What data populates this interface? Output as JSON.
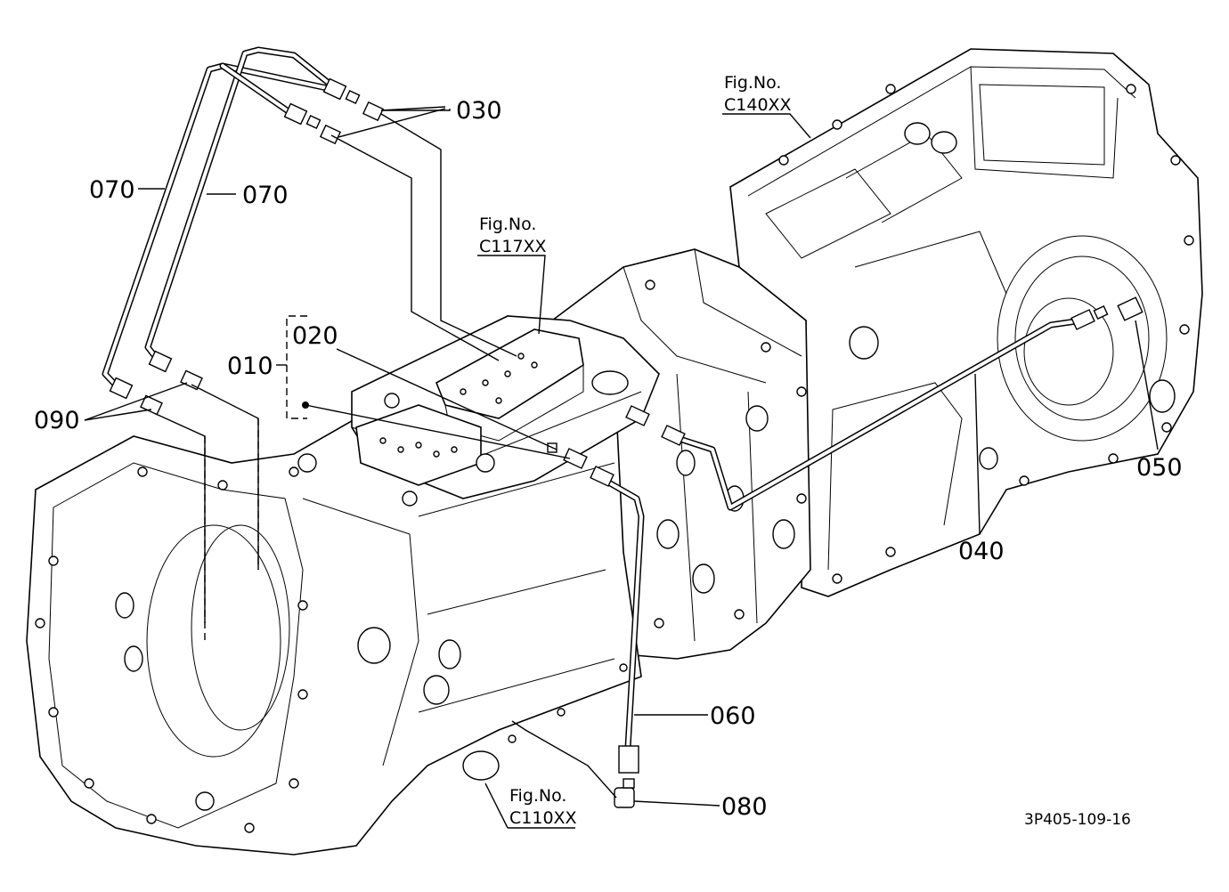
{
  "parts": {
    "p010": "010",
    "p020": "020",
    "p030": "030",
    "p040": "040",
    "p050": "050",
    "p060": "060",
    "p070a": "070",
    "p070b": "070",
    "p080": "080",
    "p090": "090"
  },
  "figure_refs": {
    "c117": {
      "line1": "Fig.No.",
      "line2": "C117XX"
    },
    "c140": {
      "line1": "Fig.No.",
      "line2": "C140XX"
    },
    "c110": {
      "line1": "Fig.No.",
      "line2": "C110XX"
    }
  },
  "drawing_code": "3P405-109-16"
}
